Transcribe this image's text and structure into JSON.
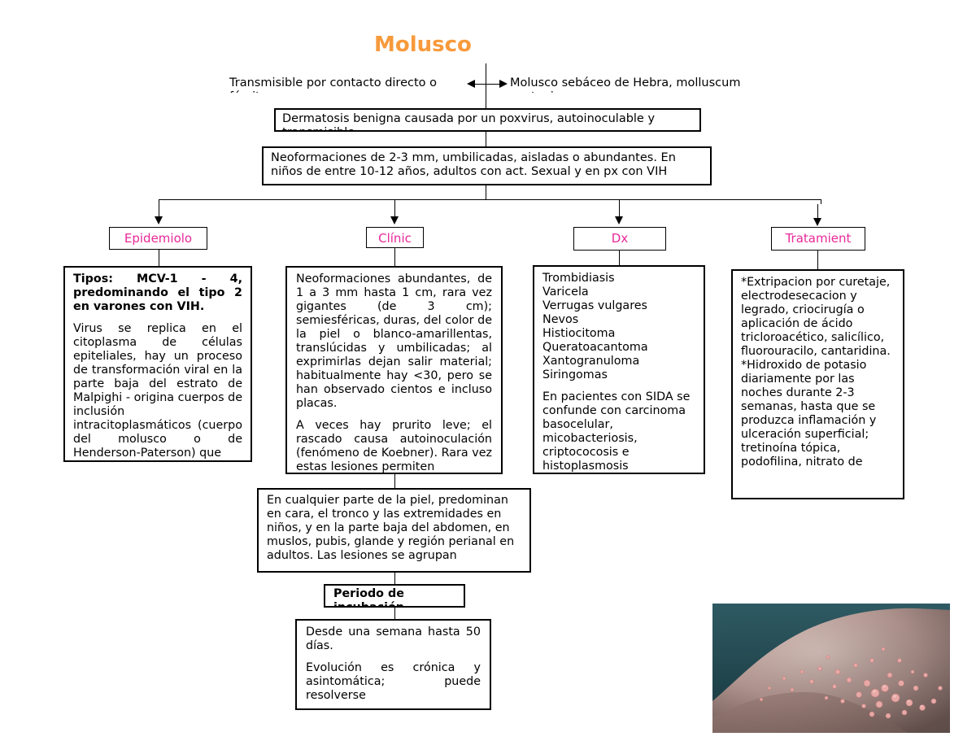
{
  "title": "Molusco",
  "top": {
    "left_note": "Transmisible por contacto directo o fómites",
    "right_note": "Molusco sebáceo de Hebra, molluscum contagiosum",
    "definition": "Dermatosis benigna causada por un poxvirus, autoinoculable y transmisible",
    "features": "Neoformaciones de 2-3 mm, umbilicadas, aisladas o abundantes. En niños de entre 10-12 años, adultos con act. Sexual y en px con VIH"
  },
  "categories": {
    "epidemiologia": "Epidemiolo",
    "clinica": "Clínic",
    "dx": "Dx",
    "tratamiento": "Tratamient"
  },
  "epidemiologia": {
    "tipos": "Tipos: MCV-1 - 4, predominando el tipo 2 en varones con VIH.",
    "virus": "Virus se replica en el citoplasma de células epiteliales, hay un proceso de transformación viral en la parte baja del estrato de Malpighi - origina cuerpos de inclusión intracitoplasmáticos (cuerpo del molusco o de Henderson-Paterson) que"
  },
  "clinica": {
    "p1": "Neoformaciones abundantes, de 1 a 3 mm hasta 1 cm, rara vez gigantes (de 3 cm); semiesféricas, duras, del color de la piel o blanco-amarillentas, translúcidas y umbilicadas; al exprimirlas dejan salir material; habitualmente hay <30, pero se han observado cientos e incluso placas.",
    "p2": "A veces hay prurito leve; el rascado causa autoinoculación (fenómeno de Koebner). Rara vez estas lesiones permiten"
  },
  "dx": {
    "items": [
      "Trombidiasis",
      "Varicela",
      "Verrugas vulgares",
      "Nevos",
      "Histiocitoma",
      "Queratoacantoma",
      "Xantogranuloma",
      "Siringomas"
    ],
    "sida": "En pacientes con SIDA se confunde con carcinoma basocelular, micobacteriosis, criptococosis e histoplasmosis"
  },
  "tratamiento": {
    "p1": "*Extripacion por curetaje, electrodesecacion y legrado, criocirugía o aplicación de ácido tricloroacético, salicílico, fluorouracilo, cantaridina.",
    "p2": "*Hidroxido de potasio diariamente por las noches durante 2-3 semanas, hasta que se produzca inflamación y ulceración superficial; tretinoína tópica, podofilina, nitrato de"
  },
  "localizacion": "En cualquier parte de la piel, predominan en cara, el tronco y las extremidades en niños, y en la parte baja del abdomen, en muslos, pubis, glande y región perianal en adultos. Las lesiones se agrupan",
  "periodo": {
    "label": "Periodo de incubación",
    "p1": "Desde una semana hasta 50 días.",
    "p2": "Evolución es crónica y asintomática; puede resolverse"
  }
}
